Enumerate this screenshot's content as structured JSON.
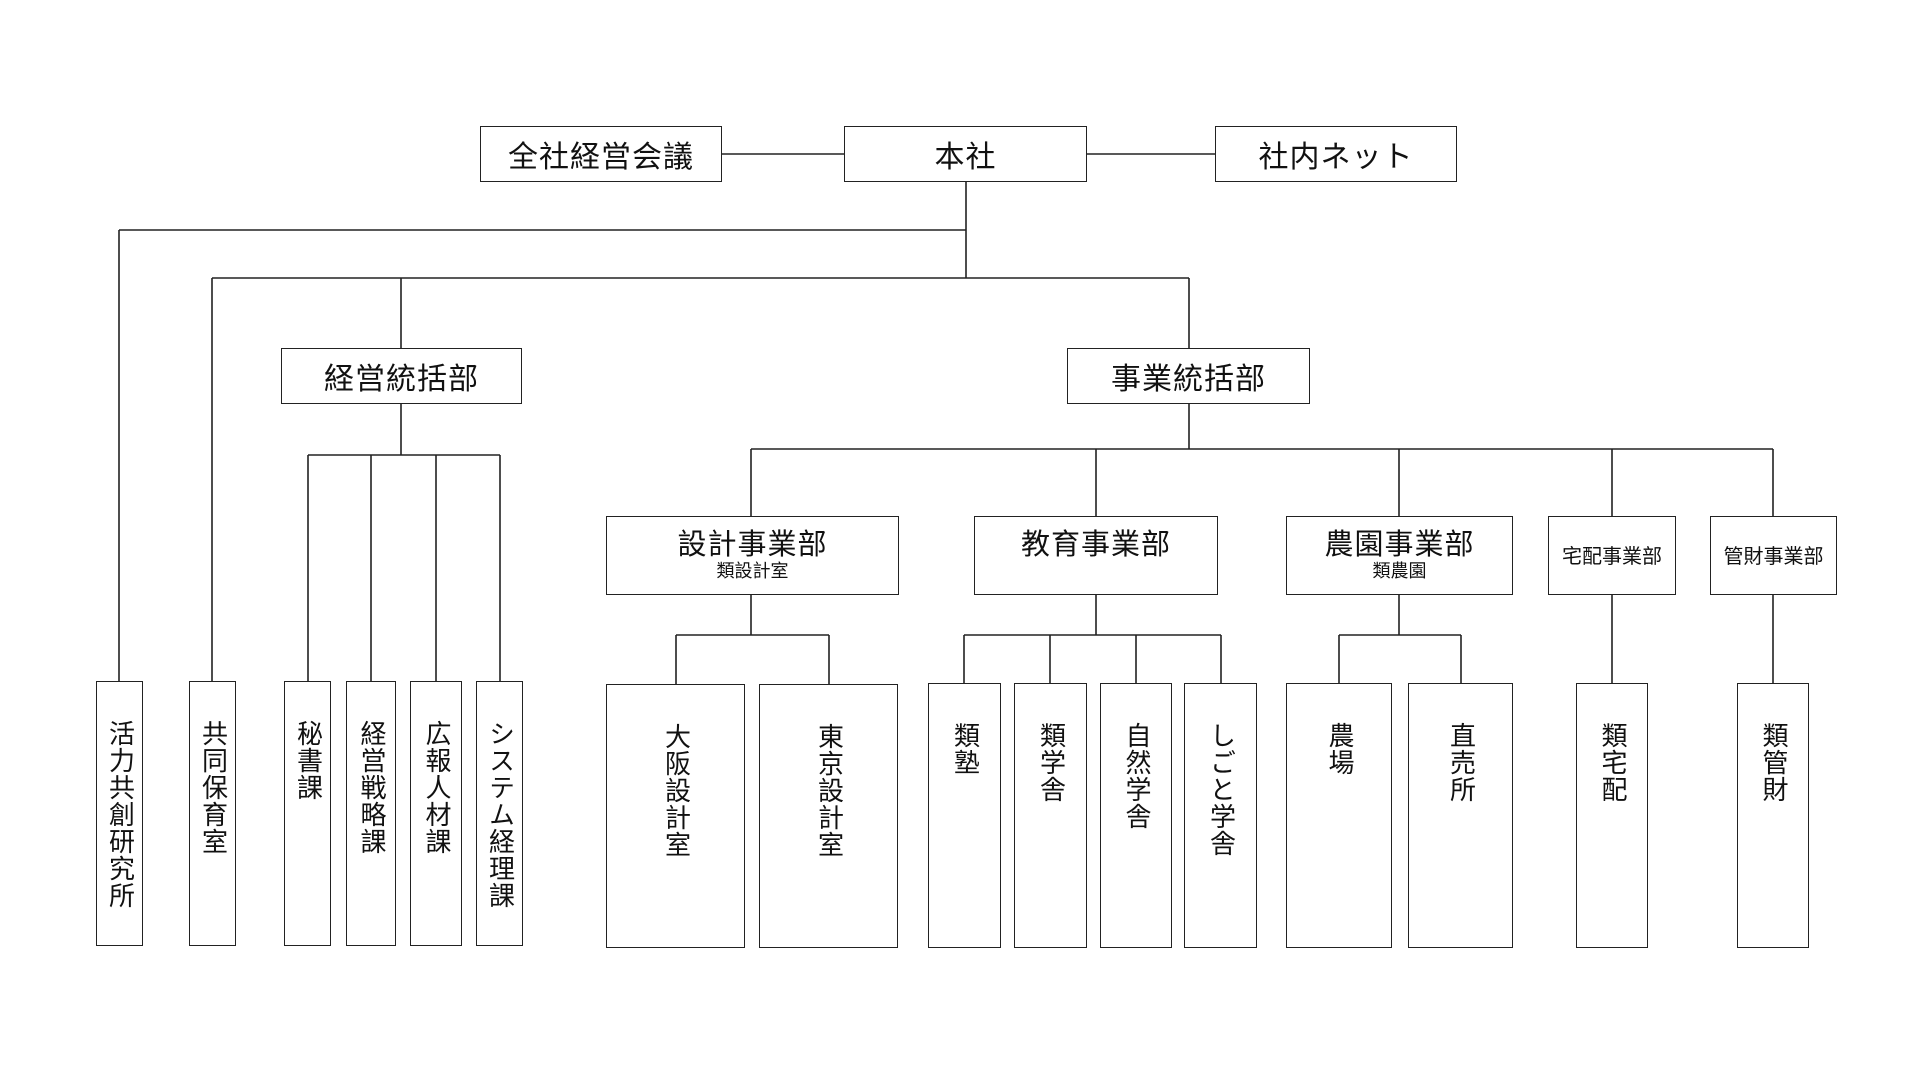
{
  "hq_row": {
    "council": "全社経営会議",
    "hq": "本社",
    "intranet": "社内ネット"
  },
  "direct_units": [
    "活力共創研究所",
    "共同保育室"
  ],
  "management": {
    "label": "経営統括部",
    "sections": [
      "秘書課",
      "経営戦略課",
      "広報人材課",
      "システム経理課"
    ]
  },
  "business": {
    "label": "事業統括部",
    "departments": [
      {
        "label": "設計事業部",
        "sub": "類設計室",
        "units": [
          "大阪設計室",
          "東京設計室"
        ]
      },
      {
        "label": "教育事業部",
        "units": [
          "類塾",
          "類学舎",
          "自然学舎",
          "しごと学舎"
        ]
      },
      {
        "label": "農園事業部",
        "sub": "類農園",
        "units": [
          "農場",
          "直売所"
        ]
      },
      {
        "label": "宅配事業部",
        "units": [
          "類宅配"
        ]
      },
      {
        "label": "管財事業部",
        "units": [
          "類管財"
        ]
      }
    ]
  }
}
